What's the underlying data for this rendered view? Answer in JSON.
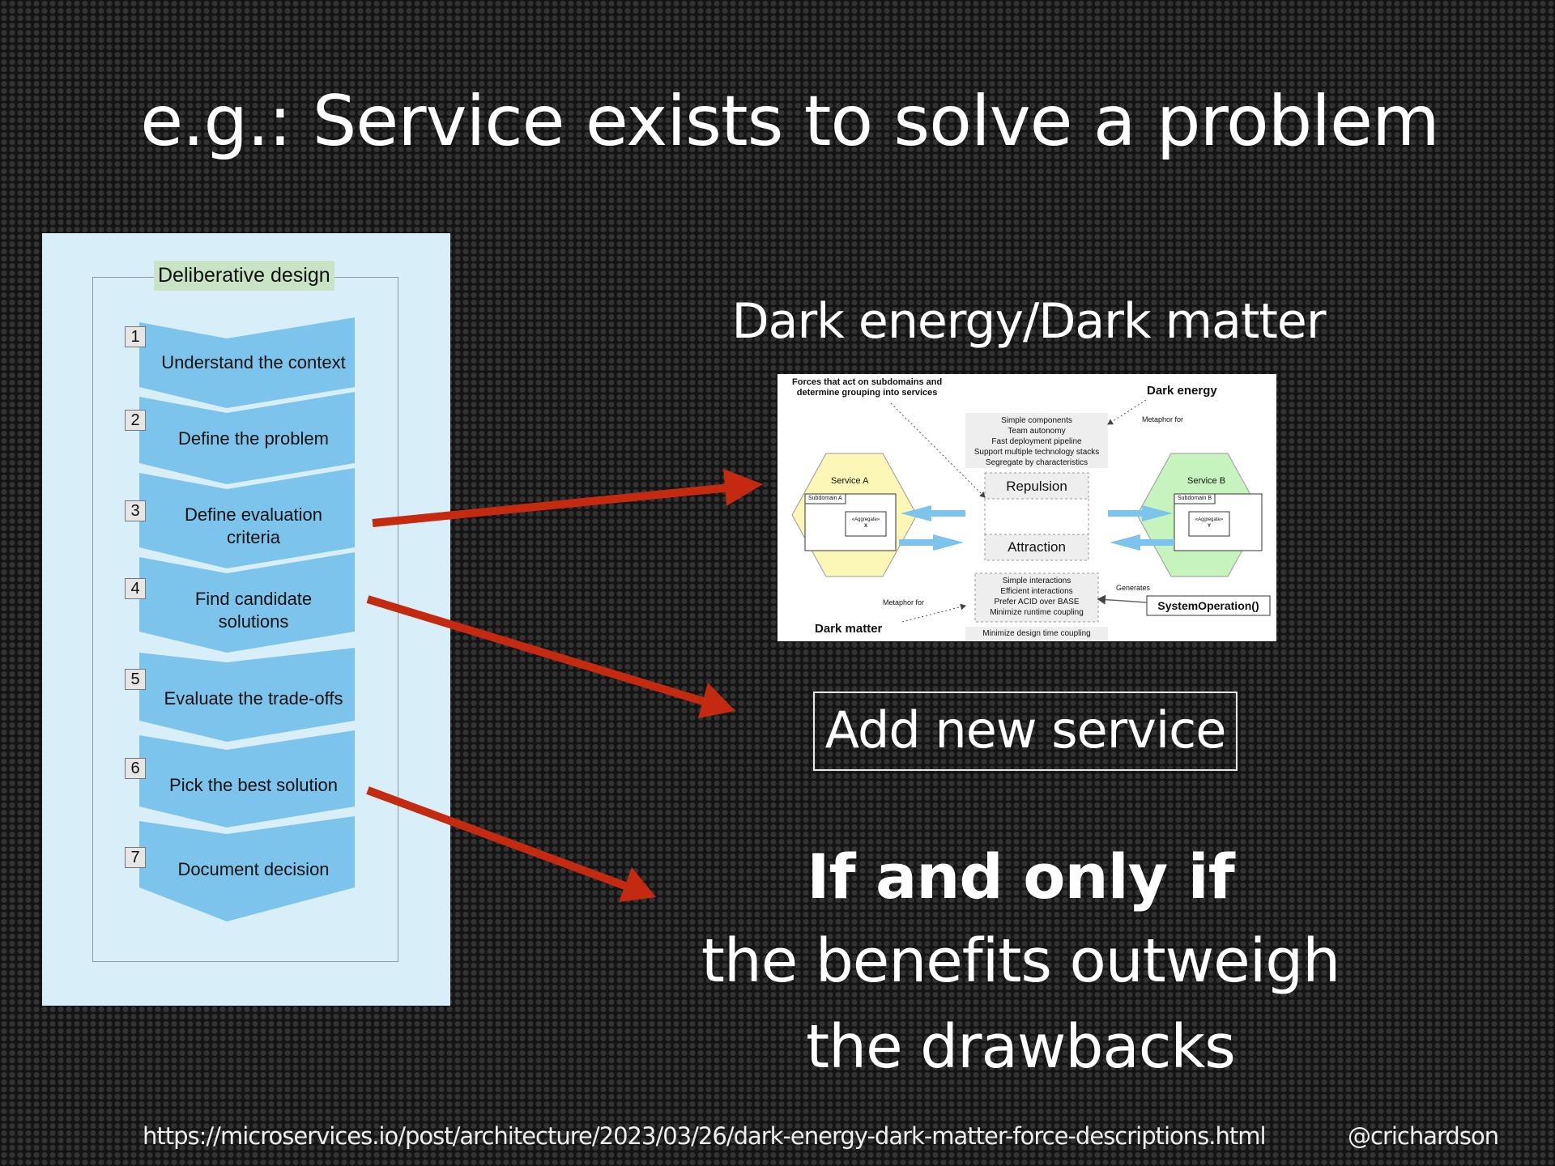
{
  "slide": {
    "title": "e.g.: Service exists to solve a problem",
    "dark_heading": "Dark energy/Dark matter",
    "add_service": "Add new service",
    "iff": "If and only if",
    "benefit_line_1": "the benefits outweigh",
    "benefit_line_2": "the drawbacks",
    "footer_url": "https://microservices.io/post/architecture/2023/03/26/dark-energy-dark-matter-force-descriptions.html",
    "footer_handle": "@crichardson"
  },
  "process": {
    "title": "Deliberative design",
    "steps": [
      {
        "num": "1",
        "line1": "Understand the context",
        "line2": ""
      },
      {
        "num": "2",
        "line1": "Define the problem",
        "line2": ""
      },
      {
        "num": "3",
        "line1": "Define evaluation",
        "line2": "criteria"
      },
      {
        "num": "4",
        "line1": "Find candidate",
        "line2": "solutions"
      },
      {
        "num": "5",
        "line1": "Evaluate the trade-offs",
        "line2": ""
      },
      {
        "num": "6",
        "line1": "Pick the best solution",
        "line2": ""
      },
      {
        "num": "7",
        "line1": "Document decision",
        "line2": ""
      }
    ]
  },
  "diagram": {
    "forces_line1": "Forces that act on subdomains and",
    "forces_line2": "determine grouping into services",
    "dark_energy": "Dark energy",
    "metaphor_top": "Metaphor for",
    "energy_items": [
      "Simple components",
      "Team autonomy",
      "Fast deployment pipeline",
      "Support multiple technology stacks",
      "Segregate by characteristics"
    ],
    "repulsion": "Repulsion",
    "attraction": "Attraction",
    "service_a": "Service A",
    "subdomain_a": "Subdomain A",
    "aggregate_a": "«Aggregate»",
    "aggregate_a_name": "X",
    "service_b": "Service B",
    "subdomain_b": "Subdomain B",
    "aggregate_b": "«Aggregate»",
    "aggregate_b_name": "Y",
    "matter_items": [
      "Simple interactions",
      "Efficient interactions",
      "Prefer ACID over BASE",
      "Minimize runtime coupling"
    ],
    "generates": "Generates",
    "system_operation": "SystemOperation()",
    "metaphor_bottom": "Metaphor for",
    "dark_matter": "Dark matter",
    "design_time": "Minimize design time coupling"
  },
  "colors": {
    "panel_bg": "#d8eef9",
    "step_fill": "#7cc4ec",
    "arrow_red": "#c42a10",
    "service_a_fill": "#fcf7b6",
    "service_b_fill": "#c6f3be",
    "force_arrow": "#7cc4ec"
  }
}
